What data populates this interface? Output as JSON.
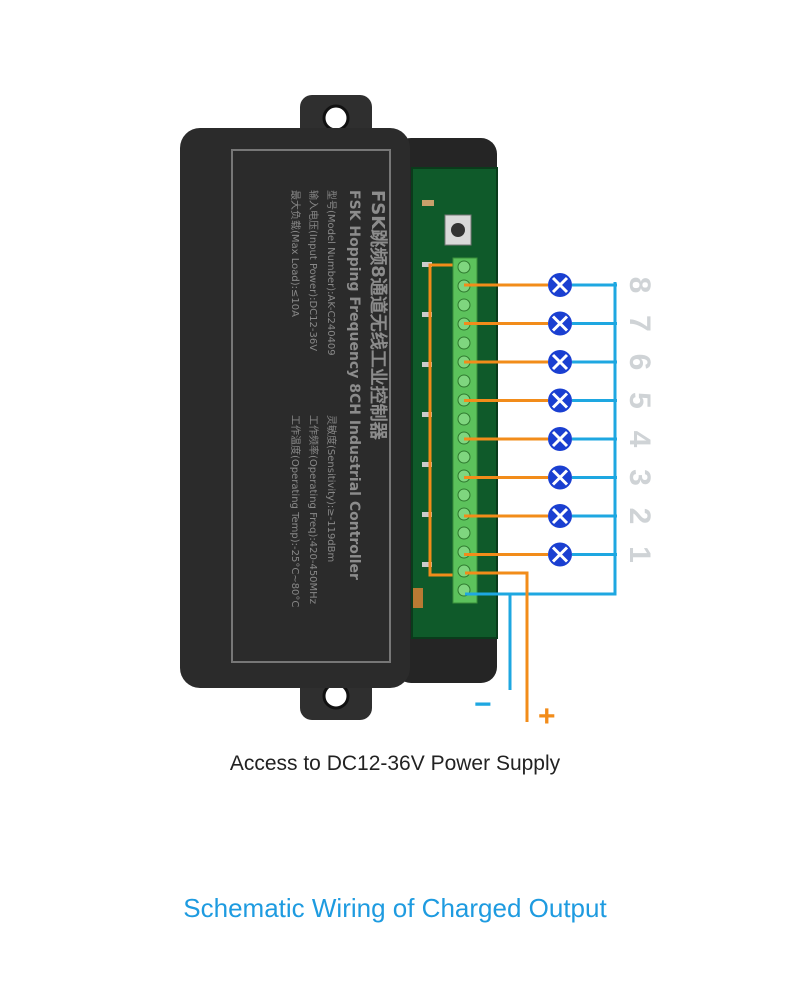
{
  "device": {
    "title": "FSK跳频8通道无线工业控制器",
    "subtitle": "FSK Hopping Frequency 8CH Industrial Controller",
    "model": "型号(Model Number):AK-C240409",
    "input_power": "输入电压(Input Power):DC12-36V",
    "max_load": "最大负载(Max Load):≤10A",
    "sensitivity": "灵敏度(Sensitivity):≥-119dBm",
    "operating_freq": "工作频率(Operating Freq):420-450MHz",
    "operating_temp": "工作温度(Operating Temp):-25°C~80°C"
  },
  "channels": [
    "8",
    "7",
    "6",
    "5",
    "4",
    "3",
    "2",
    "1"
  ],
  "power": {
    "minus": "−",
    "plus": "+",
    "caption": "Access to DC12-36V Power Supply"
  },
  "caption": "Schematic Wiring of Charged Output",
  "colors": {
    "positive_wire": "#f28c1a",
    "negative_wire": "#1ea7e1",
    "load_symbol": "#1a3fd1",
    "terminal_block": "#5cc25c",
    "housing": "#2b2b2b",
    "caption": "#1e9be0",
    "channel_numbers": "#cfd3d6"
  }
}
